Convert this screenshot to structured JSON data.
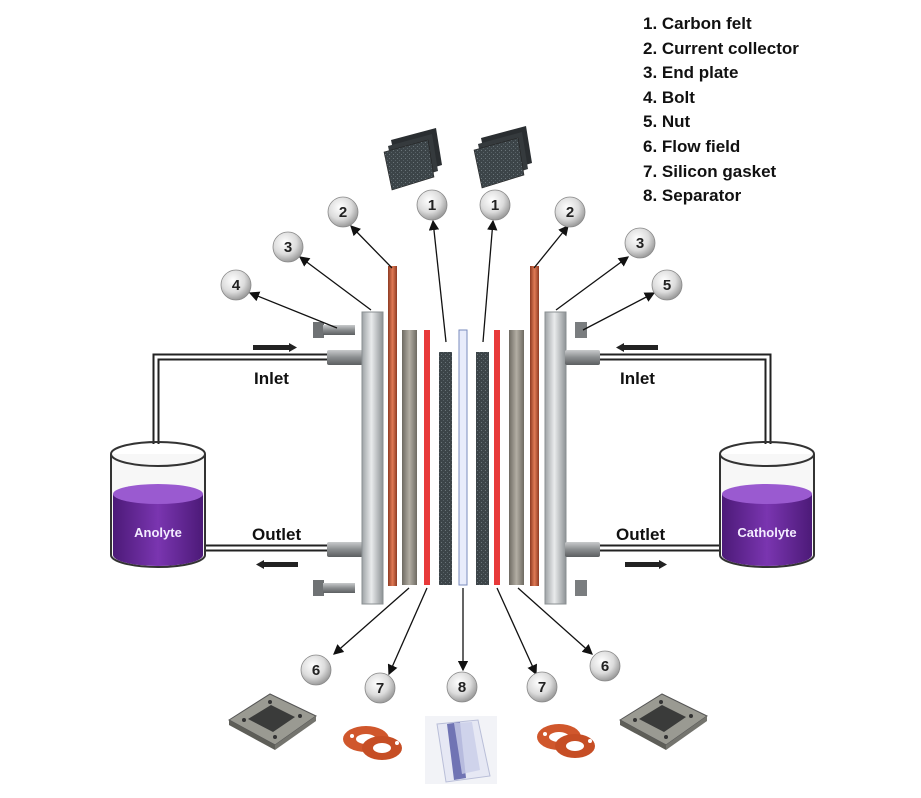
{
  "legend": {
    "items": [
      "1. Carbon felt",
      "2. Current collector",
      "3. End plate",
      "4. Bolt",
      "5. Nut",
      "6. Flow field",
      "7. Silicon gasket",
      "8. Separator"
    ]
  },
  "labels": {
    "inlet_left": "Inlet",
    "inlet_right": "Inlet",
    "outlet_left": "Outlet",
    "outlet_right": "Outlet",
    "anolyte": "Anolyte",
    "catholyte": "Catholyte"
  },
  "callouts": {
    "c1_left": "1",
    "c1_right": "1",
    "c2_left": "2",
    "c2_right": "2",
    "c3_left": "3",
    "c3_right": "3",
    "c4": "4",
    "c5": "5",
    "c6_left": "6",
    "c6_right": "6",
    "c7_left": "7",
    "c7_right": "7",
    "c8": "8"
  },
  "colors": {
    "electrolyte": "#6a2a9a",
    "current_collector": "#c0583a",
    "gasket": "#e83a3a",
    "separator": "#e8ecfb",
    "carbon_felt": "#3c4448"
  }
}
